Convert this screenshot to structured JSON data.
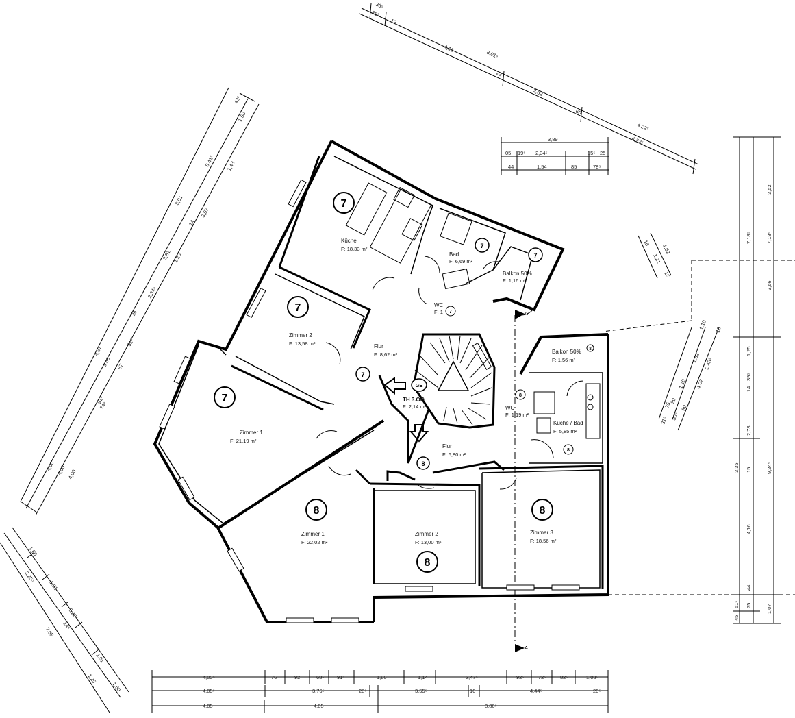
{
  "units": [
    "7",
    "8"
  ],
  "rooms": [
    {
      "name": "Küche",
      "area": "F: 18,33 m²",
      "unit": "7"
    },
    {
      "name": "Bad",
      "area": "F: 6,69 m²",
      "unit": "7"
    },
    {
      "name": "Balkon 50%",
      "area": "F:   1,16 m²",
      "unit": "7"
    },
    {
      "name": "WC",
      "area": "F: 1",
      "unit": "7"
    },
    {
      "name": "Zimmer 2",
      "area": "F: 13,58 m²",
      "unit": "7"
    },
    {
      "name": "Flur",
      "area": "F: 8,62 m²",
      "unit": "7"
    },
    {
      "name": "Zimmer 1",
      "area": "F: 21,19 m²",
      "unit": "7"
    },
    {
      "name": "TH 3.OG",
      "area": "F: 2,14 m²",
      "unit": "GE"
    },
    {
      "name": "Balkon 50%",
      "area": "F:    1,56 m²",
      "unit": "8"
    },
    {
      "name": "WC",
      "area": "F: 1,19 m²",
      "unit": "8"
    },
    {
      "name": "Küche / Bad",
      "area": "F:   5,85 m²",
      "unit": "8"
    },
    {
      "name": "Flur",
      "area": "F: 6,80 m²",
      "unit": "8"
    },
    {
      "name": "Zimmer 1",
      "area": "F: 22,02 m²",
      "unit": "8"
    },
    {
      "name": "Zimmer 2",
      "area": "F: 13,00 m²",
      "unit": "8"
    },
    {
      "name": "Zimmer 3",
      "area": "F: 18,56 m²",
      "unit": "8"
    }
  ],
  "stair_label": "GE",
  "section_marker": "A",
  "bottom_dims": {
    "row1": [
      "4,05⁵",
      "76",
      "92",
      "68⁵",
      "91⁵",
      "1,86",
      "1,14",
      "2,47⁵",
      "92⁵",
      "72⁵",
      "82⁵",
      "1,08⁵"
    ],
    "row2": [
      "4,05⁵",
      "3,76⁵",
      "28⁵",
      "3,55⁵",
      "16",
      "4,44⁵",
      "20⁵"
    ],
    "row3": [
      "4,05",
      "4,05",
      "8,86⁵"
    ]
  },
  "right_dims": {
    "outer": [
      "3,52",
      "7,18⁵",
      "3,66",
      "9,24⁵",
      "1,07"
    ],
    "inner": [
      "7,18⁵",
      "1,25",
      "14",
      "39⁵",
      "2,73",
      "15",
      "4,16",
      "44",
      "75",
      "3,35",
      "51⁵",
      "45"
    ]
  },
  "top_dims": [
    "36⁵",
    "36⁵",
    "12",
    "4,16",
    "8,01⁵",
    "22",
    "2,62",
    "60",
    "4,22⁵",
    "4,22⁵"
  ],
  "top_small_dims": {
    "row1": [
      "3,89"
    ],
    "row2": [
      "05",
      "19⁵",
      "2,34⁵",
      "15⁵",
      "25"
    ],
    "row3": [
      "44",
      "1,54",
      "85",
      "78⁵"
    ]
  },
  "left_dims": [
    "8,01",
    "5,41⁵",
    "1,50",
    "42⁵",
    "1,43",
    "3,07",
    "14",
    "3,81",
    "1,23",
    "2,34⁵",
    "36",
    "4,67",
    "91⁵",
    "3,66",
    "67",
    "91⁵",
    "74⁵",
    "4,00",
    "4,00",
    "4,00"
  ],
  "lower_left_dims": [
    "1,60",
    "3,25⁵",
    "1,01",
    "2,20⁵",
    "14⁵",
    "7,65",
    "1,01",
    "1,25",
    "1,60"
  ],
  "right_diag_dims": [
    "1,52",
    "15",
    "1,21",
    "16",
    "1,10",
    "16",
    "1,62",
    "2,48⁵",
    "4,02",
    "1,10",
    "20",
    "31⁵",
    "75",
    "80⁵",
    "80"
  ]
}
